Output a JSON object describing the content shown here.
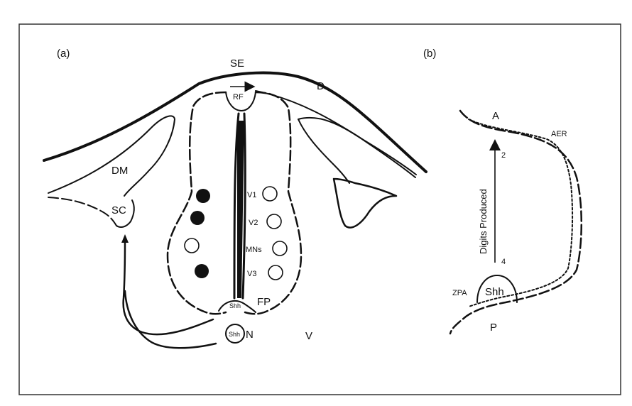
{
  "panel_a": {
    "panel_label": "(a)",
    "labels": {
      "se": "SE",
      "d": "D",
      "rf": "RF",
      "dm": "DM",
      "sc": "SC",
      "v1": "V1",
      "v2": "V2",
      "mns": "MNs",
      "v3": "V3",
      "fp": "FP",
      "shh_fp": "Shh",
      "shh_n": "Shh",
      "n": "N",
      "v": "V"
    }
  },
  "panel_b": {
    "panel_label": "(b)",
    "labels": {
      "a": "A",
      "aer": "AER",
      "digit_2": "2",
      "digit_4": "4",
      "digits_produced": "Digits Produced",
      "zpa": "ZPA",
      "shh": "Shh",
      "p": "P"
    }
  },
  "colors": {
    "ink": "#111111",
    "frame": "#333333",
    "background": "#ffffff"
  }
}
